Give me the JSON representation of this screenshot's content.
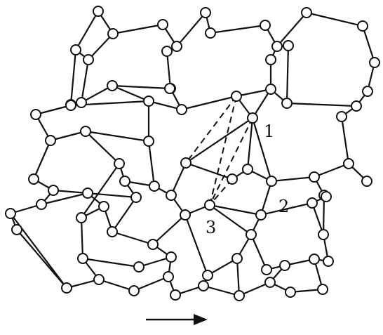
{
  "labels": {
    "site_1": "1",
    "site_2": "2",
    "site_3": "3"
  },
  "colors": {
    "ink": "#111111",
    "background": "#ffffff"
  },
  "icons": {
    "direction_arrow": "right-arrow-icon"
  }
}
